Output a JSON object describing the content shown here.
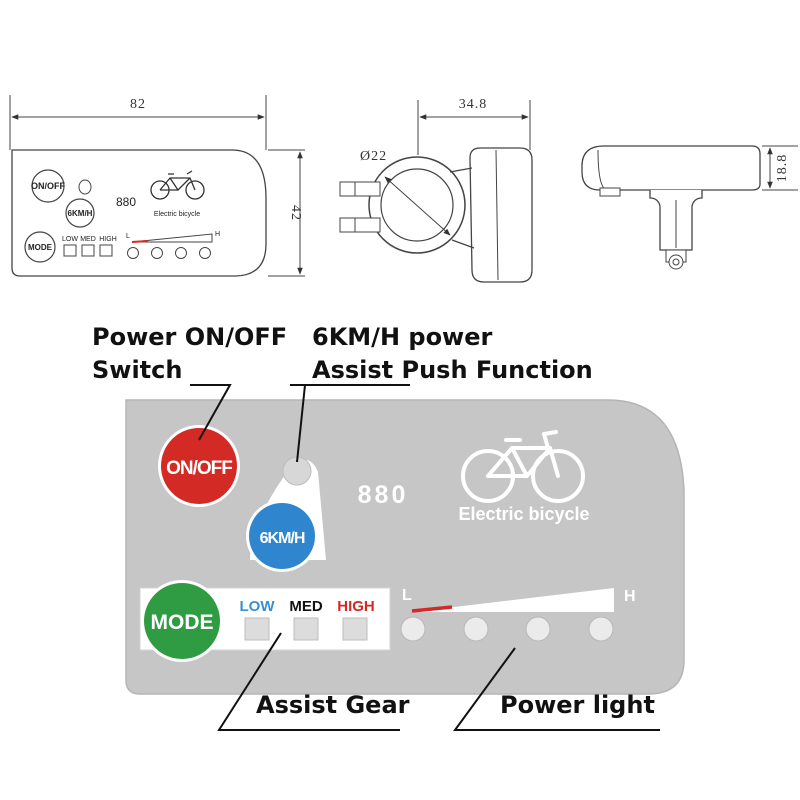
{
  "dimensions": {
    "front_width": "82",
    "front_height": "42",
    "side_depth": "34.8",
    "clamp_diameter": "Ø22",
    "rear_height": "18.8"
  },
  "display": {
    "power_button": "ON/OFF",
    "walk_button": "6KM/H",
    "mode_button": "MODE",
    "model_number": "880",
    "brand_text": "Electric bicycle",
    "gear_low": "LOW",
    "gear_med": "MED",
    "gear_high": "HIGH",
    "scale_low": "L",
    "scale_high": "H"
  },
  "callouts": {
    "power_switch_line1": "Power ON/OFF",
    "power_switch_line2": "Switch",
    "push_assist_line1": "6KM/H power",
    "push_assist_line2": "Assist Push Function",
    "assist_gear": "Assist Gear",
    "power_light": "Power light"
  },
  "colors": {
    "panel_gray": "#c6c6c6",
    "power_red": "#d42a25",
    "walk_blue": "#2f86cf",
    "mode_green": "#2f9c43",
    "gear_low_color": "#3a8fd1",
    "gear_high_color": "#d42a25",
    "scale_red": "#d42a25"
  },
  "icons": [
    "bicycle-icon"
  ]
}
